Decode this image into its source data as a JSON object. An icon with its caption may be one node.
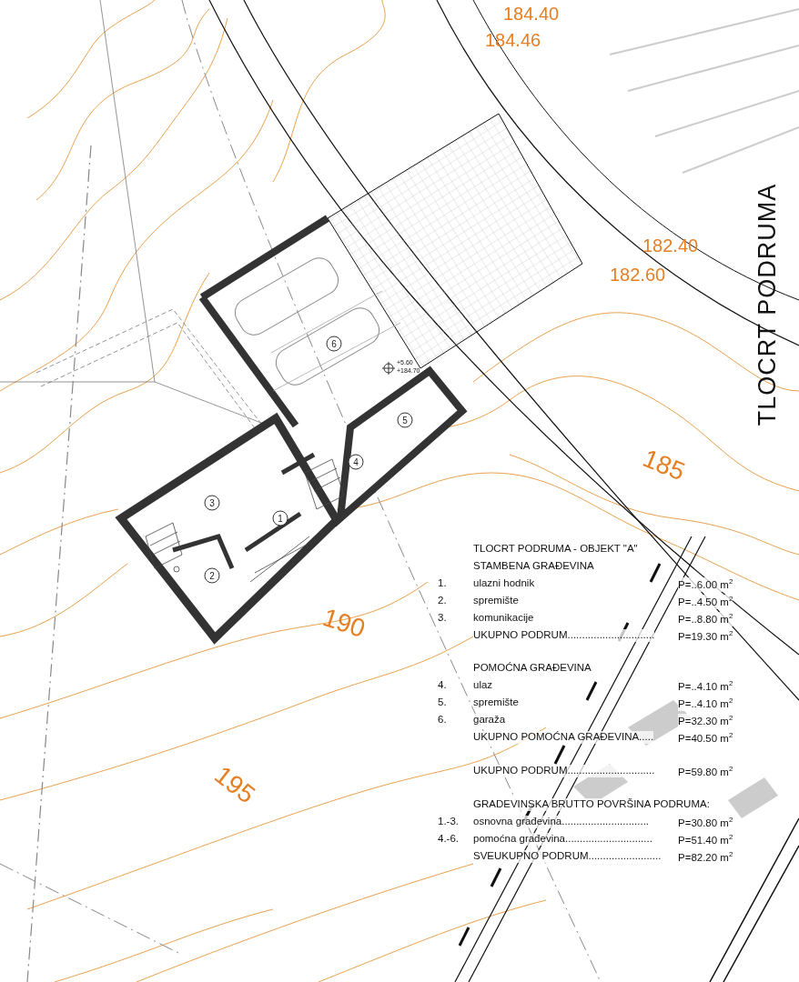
{
  "diagram": {
    "title": "TLOCRT PODRUMA",
    "nodes": [
      {
        "text": [
          "6"
        ]
      },
      {
        "text": [
          "5"
        ]
      },
      {
        "text": [
          "4"
        ]
      },
      {
        "text": [
          "3"
        ]
      },
      {
        "text": [
          "1"
        ]
      },
      {
        "text": [
          "2"
        ]
      }
    ],
    "labels": [
      "184.40",
      "184.46",
      "182.40",
      "182.60",
      "+5.60",
      "+184.70",
      "185",
      "190",
      "195",
      "TLOCRT PODRUMA - OBJEKT \"A\"",
      "STAMBENA GRAĐEVINA",
      "1.",
      "ulazni hodnik",
      "P=..6.00 m$^{2}$",
      "2.",
      "spremište",
      "P=..4.50 m$^{2}$",
      "3.",
      "komunikacije",
      "P=..8.80 m$^{2}$",
      "UKUPNO PODRUM..............................",
      "P=19.30 m$^{2}$",
      "POMOĆNA GRAĐEVINA",
      "4.",
      "ulaz",
      "P=..4.10 m$^{2}$",
      "5.",
      "spremište",
      "P=..4.10 m$^{2}$",
      "6.",
      "garaža",
      "P=32.30 m$^{2}$",
      "UKUPNO POMOĆNA GRAĐEVINA.....",
      "P=40.50 m$^{2}$",
      "UKUPNO PODRUM..............................",
      "P=59.80 m$^{2}$",
      "GRADEVINSKA BRUTTO POVRŠINA PODRUMA:",
      "1.-3.",
      "osnovna građevina..............................",
      "P=30.80 m$^{2}$",
      "4.-6.",
      "pomoćna građevina..............................",
      "P=51.40 m$^{2}$",
      "SVEUKUPNO PODRUM.........................",
      "P=82.20 m$^{2}$"
    ]
  }
}
